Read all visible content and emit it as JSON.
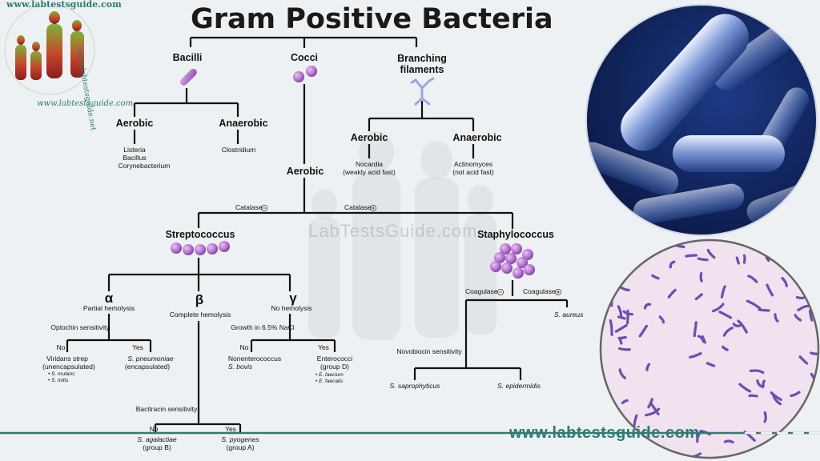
{
  "title": "Gram Positive Bacteria",
  "logo": {
    "top_text": "www.labtestsguide.com",
    "side_text": "www.labtestsguide.net",
    "bottom_text": "www.labtestsguide.com"
  },
  "watermark": "LabTestsGuide.com",
  "footer_url": "www.labtestsguide.com",
  "colors": {
    "cell_purple": "#b673d1",
    "line": "#111111",
    "footer_teal": "#2e7b73",
    "sem_blue": "#3d5fa8"
  },
  "tree": {
    "bacilli": {
      "label": "Bacilli",
      "aerobic": {
        "label": "Aerobic",
        "examples": [
          "Listeria",
          "Bacillus",
          "Corynebacterium"
        ]
      },
      "anaerobic": {
        "label": "Anaerobic",
        "examples": [
          "Clostridium"
        ]
      }
    },
    "cocci": {
      "label": "Cocci",
      "aerobic": "Aerobic",
      "catalase_neg": "Catalase",
      "catalase_pos": "Catalase",
      "streptococcus": {
        "label": "Streptococcus",
        "alpha": {
          "symbol": "α",
          "hemolysis": "Partial hemolysis",
          "test": "Optochin sensitivity",
          "no": "No",
          "yes": "Yes",
          "no_result": [
            "Viridans strep",
            "(unencapsulated)"
          ],
          "no_species": [
            "S. mutans",
            "S. mitis"
          ],
          "yes_result": [
            "S. pneumoniae",
            "(encapsulated)"
          ]
        },
        "beta": {
          "symbol": "β",
          "hemolysis": "Complete hemolysis",
          "test": "Bacitracin sensitivity",
          "no": "No",
          "yes": "Yes",
          "no_result": [
            "S. agalactiae",
            "(group B)"
          ],
          "yes_result": [
            "S. pyogenes",
            "(group A)"
          ]
        },
        "gamma": {
          "symbol": "γ",
          "hemolysis": "No hemolysis",
          "test": "Growth in 6.5% NaCl",
          "no": "No",
          "yes": "Yes",
          "no_result": [
            "Nonenterococcus",
            "S. bovis"
          ],
          "yes_result": [
            "Enterococci",
            "(group D)"
          ],
          "yes_species": [
            "E. faecium",
            "E. faecalis"
          ]
        }
      },
      "staphylococcus": {
        "label": "Staphylococcus",
        "coag_neg": "Coagulase",
        "coag_pos": "Coagulase",
        "aureus": "S. aureus",
        "test": "Novobiocin sensitivity",
        "left": "S. saprophyticus",
        "right": "S. epidermidis"
      }
    },
    "branching": {
      "label": [
        "Branching",
        "filaments"
      ],
      "aerobic": {
        "label": "Aerobic",
        "examples": [
          "Nocardia",
          "(weakly acid fast)"
        ]
      },
      "anaerobic": {
        "label": "Anaerobic",
        "examples": [
          "Actinomyces",
          "(not acid fast)"
        ]
      }
    }
  }
}
